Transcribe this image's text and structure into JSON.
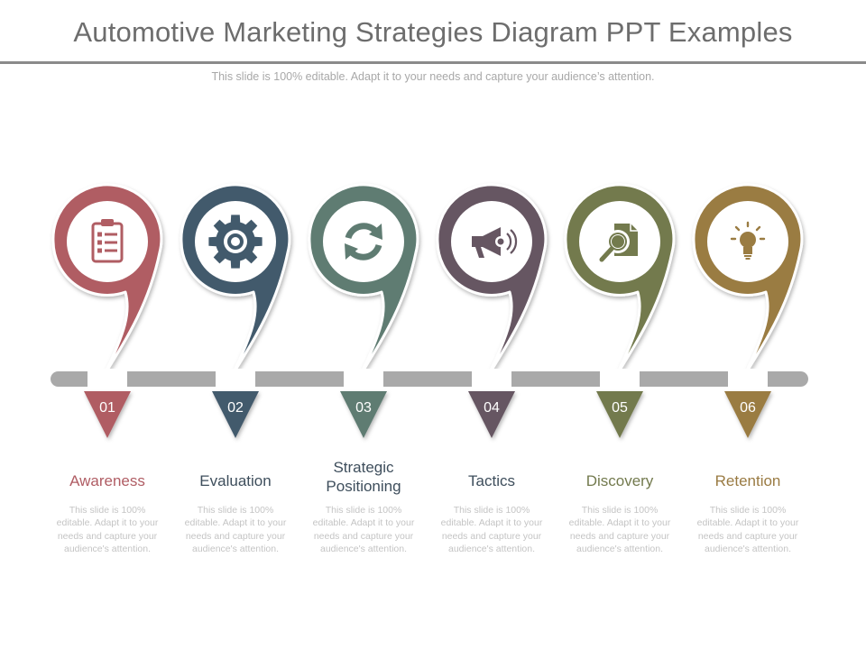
{
  "header": {
    "title": "Automotive Marketing Strategies Diagram PPT Examples",
    "subtitle": "This slide is 100% editable. Adapt it to your needs and capture your audience’s attention."
  },
  "steps": [
    {
      "number": "01",
      "label": "Awareness",
      "description": "This slide is 100% editable. Adapt it to your needs and capture your audience's attention.",
      "color": "#b05d64",
      "icon": "clipboard-icon"
    },
    {
      "number": "02",
      "label": "Evaluation",
      "description": "This slide is 100% editable. Adapt it to your needs and capture your audience's attention.",
      "color": "#435a6c",
      "icon": "gear-icon"
    },
    {
      "number": "03",
      "label": "Strategic Positioning",
      "description": "This slide is 100% editable. Adapt it to your needs and capture your audience's attention.",
      "color": "#5f7b72",
      "icon": "refresh-icon"
    },
    {
      "number": "04",
      "label": "Tactics",
      "description": "This slide is 100% editable. Adapt it to your needs and capture your audience's attention.",
      "color": "#665662",
      "icon": "megaphone-icon"
    },
    {
      "number": "05",
      "label": "Discovery",
      "description": "This slide is 100% editable. Adapt it to your needs and capture your audience's attention.",
      "color": "#737a4e",
      "icon": "document-search-icon"
    },
    {
      "number": "06",
      "label": "Retention",
      "description": "This slide is 100% editable. Adapt it to your needs and capture your audience's attention.",
      "color": "#9a7b43",
      "icon": "lightbulb-icon"
    }
  ],
  "colors": {
    "timeline": "#a9a9a9",
    "label_dark": "#3e4e5c"
  }
}
